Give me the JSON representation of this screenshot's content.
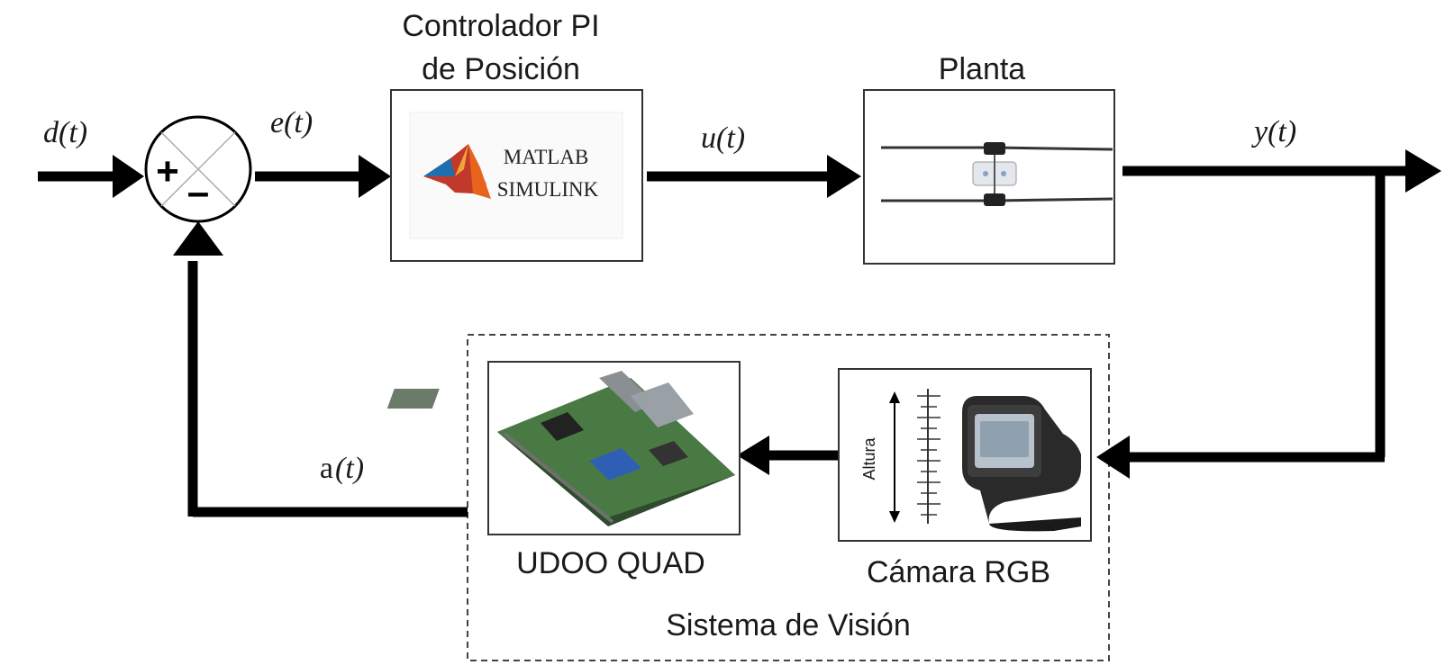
{
  "signals": {
    "d": "d(t)",
    "e": "e(t)",
    "u": "u(t)",
    "y": "y(t)",
    "a_prefix": "a",
    "a_suffix": "(t)"
  },
  "summing_junction": {
    "plus": "+",
    "minus": "–"
  },
  "blocks": {
    "controller": {
      "title_line1": "Controlador PI",
      "title_line2": "de Posición",
      "logo_line1": "MATLAB",
      "logo_line2": "SIMULINK"
    },
    "plant": {
      "title": "Planta"
    },
    "udoo": {
      "title": "UDOO QUAD"
    },
    "camera": {
      "title": "Cámara RGB",
      "scale_label": "Altura"
    }
  },
  "vision_system": {
    "title": "Sistema de Visión"
  },
  "colors": {
    "line": "#000000",
    "box_border": "#333333",
    "matlab_orange": "#e8641c",
    "matlab_red": "#c0392b",
    "board_green": "#3d6b3a",
    "board_chip": "#2e5fb5"
  }
}
